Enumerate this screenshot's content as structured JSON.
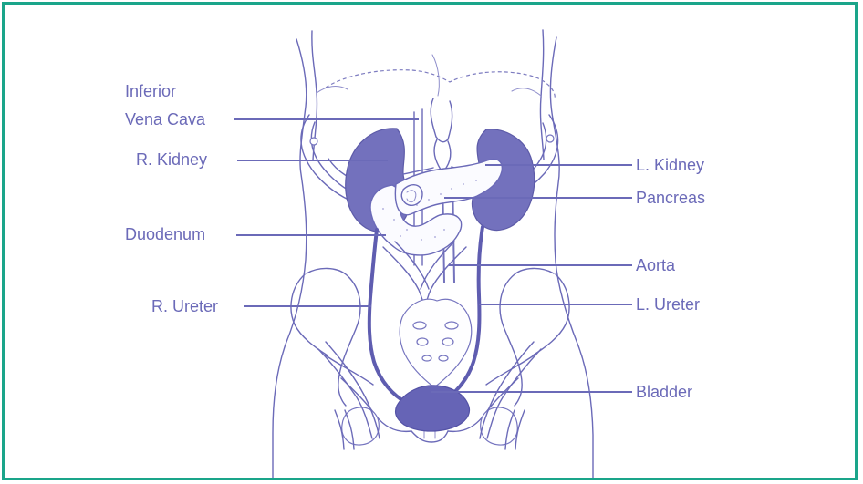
{
  "labels": {
    "inferior_vena_cava_line1": "Inferior",
    "inferior_vena_cava_line2": "Vena Cava",
    "r_kidney": "R. Kidney",
    "duodenum": "Duodenum",
    "r_ureter": "R. Ureter",
    "l_kidney": "L. Kidney",
    "pancreas": "Pancreas",
    "aorta": "Aorta",
    "l_ureter": "L. Ureter",
    "bladder": "Bladder"
  },
  "colors": {
    "border": "#1aa58a",
    "ink": "#6b6ab8",
    "organ_fill": "#7371bd"
  }
}
